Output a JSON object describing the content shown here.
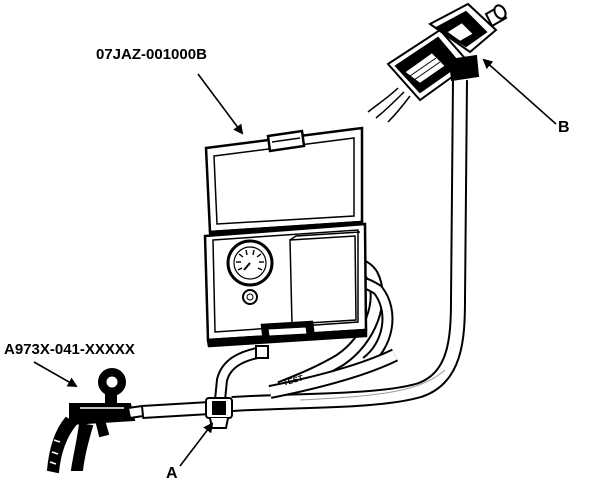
{
  "labels": {
    "tool_number": "07JAZ-001000B",
    "gauge_number": "A973X-041-XXXXX",
    "callout_a": "A",
    "callout_b": "B"
  },
  "hose_marking": "TEST",
  "colors": {
    "line": "#000000",
    "background": "#ffffff"
  },
  "icons": [
    "tester-case-icon",
    "pressure-gauge-icon",
    "hand-vacuum-pump-icon",
    "hose-connector-icon",
    "electrical-connector-icon"
  ]
}
